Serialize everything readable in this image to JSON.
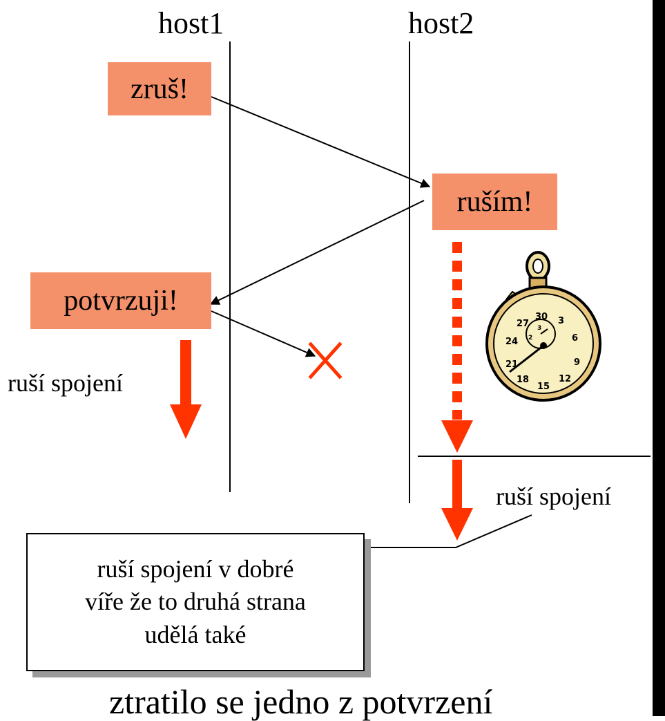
{
  "hosts": {
    "host1": "host1",
    "host2": "host2"
  },
  "messages": {
    "cancel": "zruš!",
    "cancelling": "ruším!",
    "confirm": "potvrzuji!"
  },
  "labels": {
    "host1_closes": "ruší spojení",
    "host2_closes": "ruší spojení"
  },
  "note": {
    "line1": "ruší spojení v dobré",
    "line2": "víře že to druhá strana",
    "line3": "udělá také"
  },
  "caption": "ztratilo se jedno z potvrzení",
  "icons": {
    "timer": "stopwatch-icon",
    "lost": "red-x-icon"
  },
  "colors": {
    "box": "#f4916a",
    "arrow": "#ff3300",
    "line": "#000000"
  }
}
